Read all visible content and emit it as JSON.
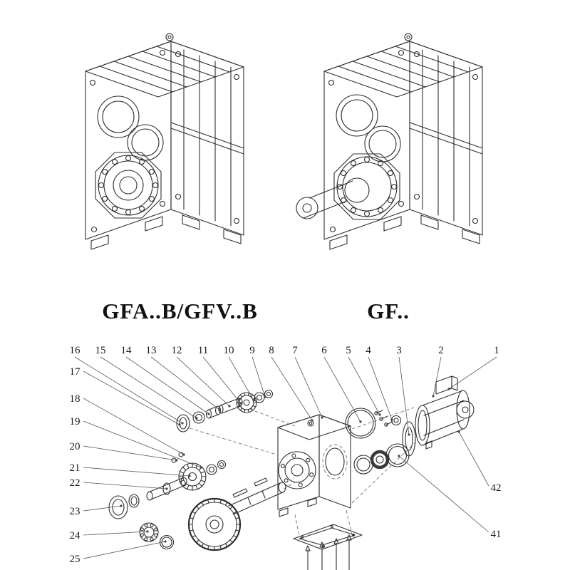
{
  "ink_color": "#2e2e2e",
  "paper_color": "#ffffff",
  "figures": [
    {
      "caption": "GFA..B/GFV..B"
    },
    {
      "caption": "GF.."
    }
  ],
  "exploded": {
    "top_numbers": [
      "16",
      "15",
      "14",
      "13",
      "12",
      "11",
      "10",
      "9",
      "8",
      "7",
      "6",
      "5",
      "4",
      "3",
      "2",
      "1"
    ],
    "left_numbers": [
      "17",
      "18",
      "19",
      "20",
      "21",
      "22",
      "23",
      "24",
      "25"
    ],
    "right_numbers": [
      "42",
      "41"
    ]
  }
}
